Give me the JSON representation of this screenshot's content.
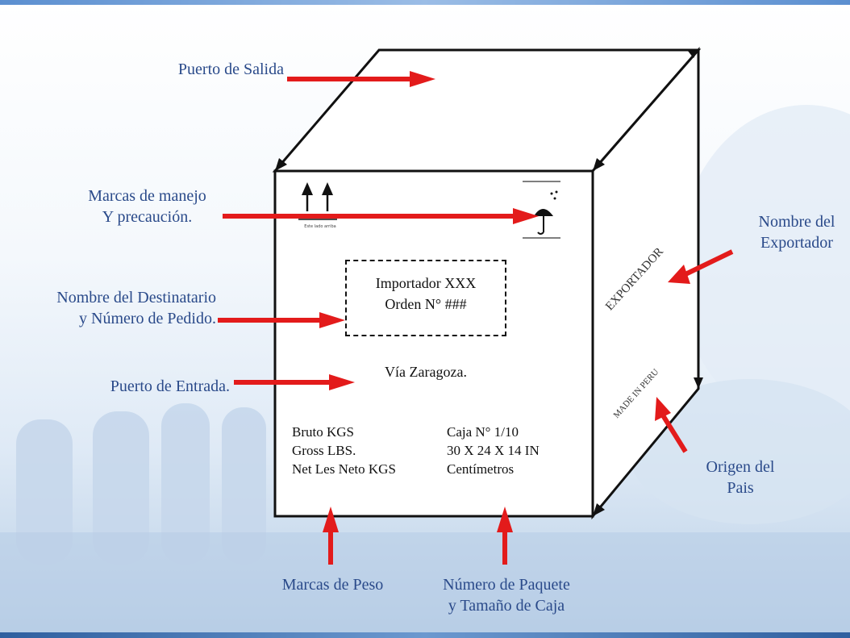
{
  "labels": {
    "puerto_salida": "Puerto de Salida",
    "marcas_manejo": [
      "Marcas de manejo",
      "Y precaución."
    ],
    "nombre_destinatario": [
      "Nombre del Destinatario",
      "y Número de Pedido."
    ],
    "puerto_entrada": "Puerto de Entrada.",
    "nombre_exportador": [
      "Nombre del",
      "Exportador"
    ],
    "origen_pais": [
      "Origen del",
      "Pais"
    ],
    "marcas_peso": "Marcas de Peso",
    "numero_paquete": [
      "Número de Paquete",
      "y Tamaño de Caja"
    ]
  },
  "box": {
    "importador": "Importador XXX",
    "orden": "Orden N° ###",
    "via": "Vía Zaragoza.",
    "weights": [
      "Bruto KGS",
      "Gross LBS.",
      "Net Les Neto KGS"
    ],
    "package": [
      "Caja N°  1/10",
      "30 X 24 X 14 IN",
      "Centímetros"
    ],
    "exportador_side": "EXPORTADOR",
    "made_in_side": "MADE IN PERU",
    "fragile_caption": "Este lado arriba"
  },
  "colors": {
    "label_text": "#2a4a8a",
    "arrow": "#e31b1b",
    "box_edge": "#111111",
    "background_top": "#ffffff",
    "background_bottom": "#b9cfe6"
  },
  "icons": [
    "up-arrows-icon",
    "umbrella-icon"
  ]
}
